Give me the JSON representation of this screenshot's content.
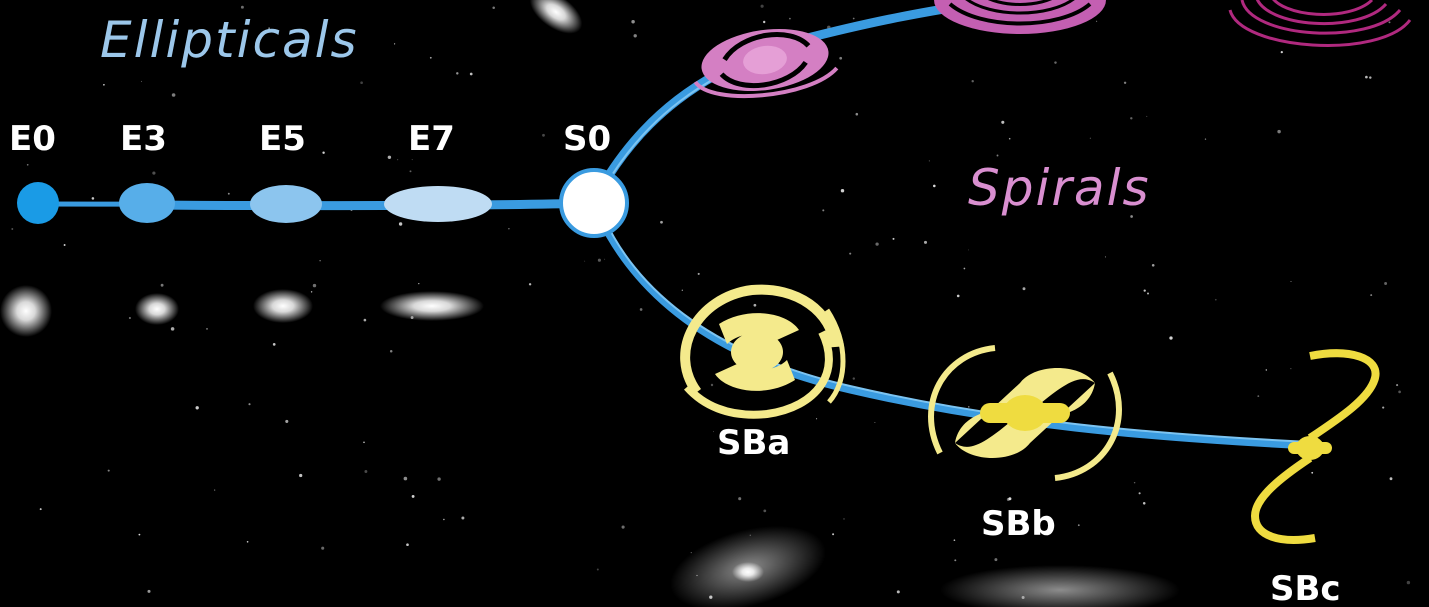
{
  "diagram": {
    "elliptical_group_title": "Ellipticals",
    "spiral_group_title": "Spirals",
    "ellipticals": [
      {
        "label": "E0"
      },
      {
        "label": "E3"
      },
      {
        "label": "E5"
      },
      {
        "label": "E7"
      }
    ],
    "lenticular": {
      "label": "S0"
    },
    "barred_spirals": [
      {
        "label": "SBa"
      },
      {
        "label": "SBb"
      },
      {
        "label": "SBc"
      }
    ],
    "colors": {
      "background": "#000000",
      "branch": "#3a9be0",
      "elliptical_title": "#9cc7ea",
      "spiral_title": "#d98fd0",
      "spiral_galaxy": "#d47fc3",
      "barred_galaxy": "#f4ea8c",
      "barred_galaxy_dark": "#efdc40",
      "lenticular_fill": "#ffffff",
      "label": "#ffffff"
    }
  }
}
